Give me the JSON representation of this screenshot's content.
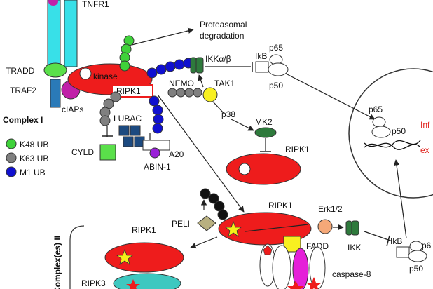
{
  "labels": {
    "tnfr1": "TNFR1",
    "tradd": "TRADD",
    "traf2": "TRAF2",
    "ciaps": "cIAPs",
    "complex1": "Complex I",
    "kinase": "kinase",
    "ripk1_box": "RIPK1",
    "nemo": "NEMO",
    "lubac": "LUBAC",
    "cyld": "CYLD",
    "a20": "A20",
    "abin1": "ABIN-1",
    "proteasomal_1": "Proteasomal",
    "proteasomal_2": "degradation",
    "ikk_ab": "IKKα/β",
    "ikb_top": "IkB",
    "p65_top": "p65",
    "p50_top": "p50",
    "tak1": "TAK1",
    "p38": "p38",
    "mk2": "MK2",
    "ripk1_mid": "RIPK1",
    "ripk1_center": "RIPK1",
    "peli": "PELI",
    "erk": "Erk1/2",
    "fadd": "FADD",
    "ikk_bottom": "IKK",
    "ikb_bottom": "IkB",
    "p6_bottom": "p6",
    "p50_bottom": "p50",
    "caspase8": "caspase-8",
    "ripk1_left": "RIPK1",
    "ripk3": "RIPK3",
    "complex2": "Complex(es) II",
    "p65_nucleus": "p65",
    "p50_nucleus": "p50",
    "inf": "Inf",
    "ex": "ex"
  },
  "legend": [
    {
      "label": "K48 UB",
      "color": "#3fd23a"
    },
    {
      "label": "K63 UB",
      "color": "#808080"
    },
    {
      "label": "M1 UB",
      "color": "#1010d0"
    }
  ],
  "colors": {
    "tnfr": "#38e0e8",
    "tradd": "#5ae04a",
    "traf2": "#2a7ab8",
    "ciaps": "#c020a8",
    "ripk1_red": "#ee1c1c",
    "ikk_green": "#2e7a3c",
    "tak1_yellow": "#f8f020",
    "lubac_blue": "#1c4a80",
    "a20_purple": "#9a20d8",
    "peli_khaki": "#b8b080",
    "erk_orange": "#f5a878",
    "star_yellow": "#f5f018"
  }
}
